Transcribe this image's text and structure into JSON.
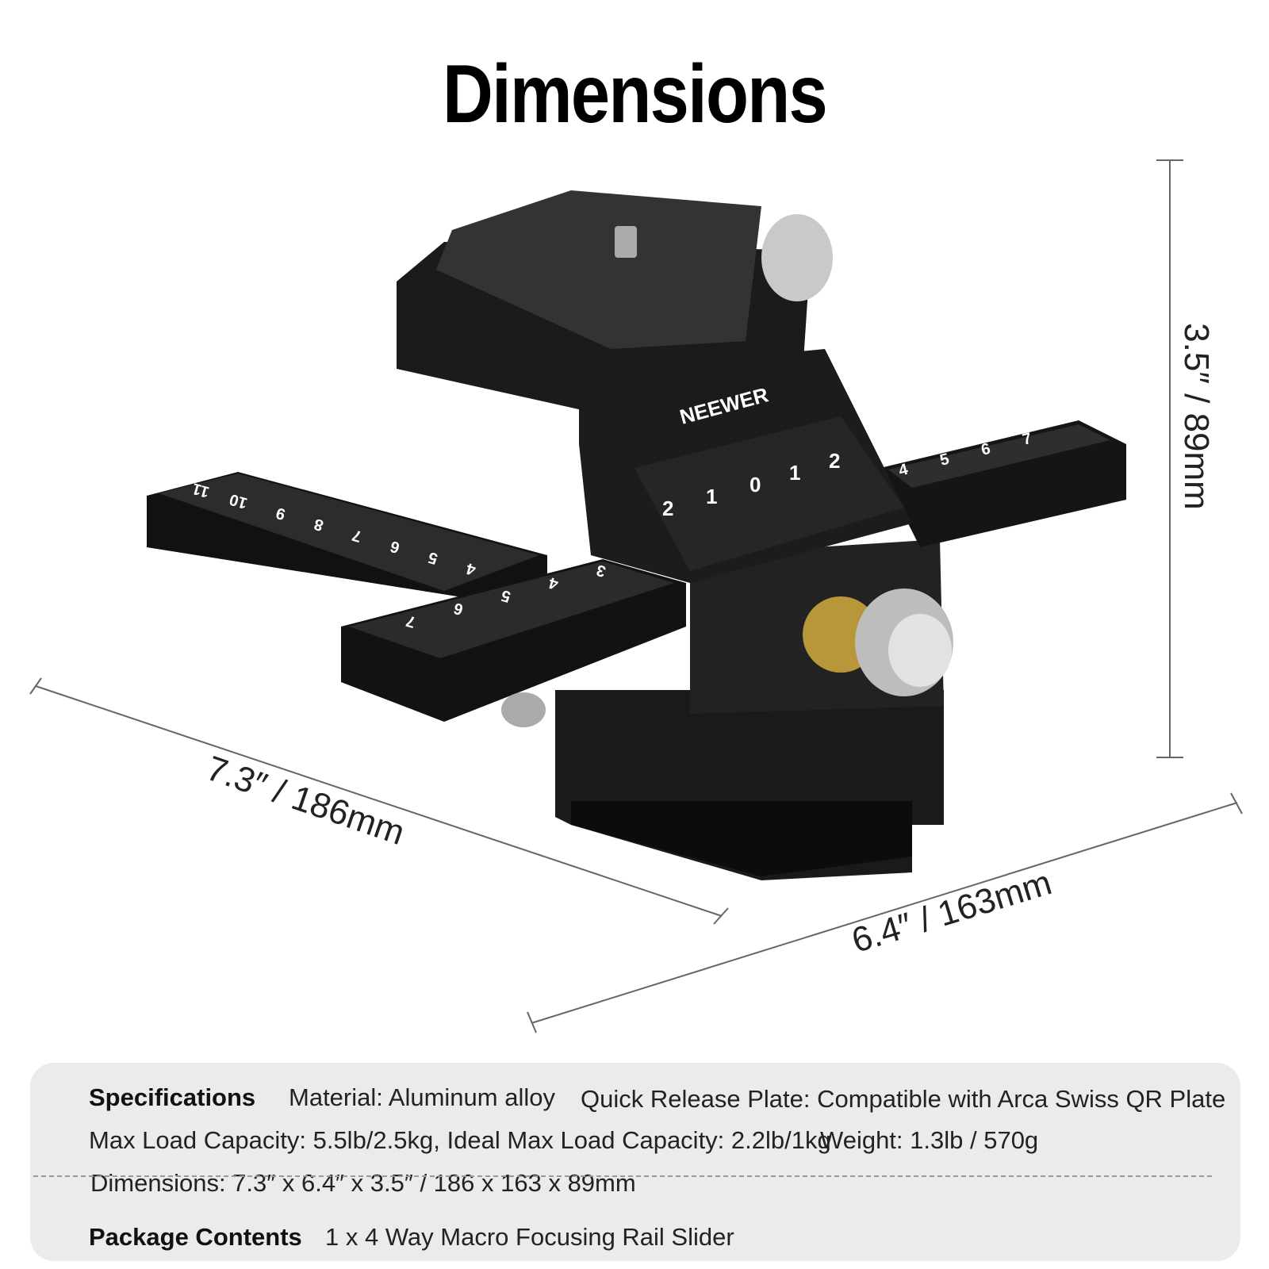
{
  "title": "Dimensions",
  "dimensions": {
    "height": "3.5″ / 89mm",
    "length": "7.3″ / 186mm",
    "width": "6.4″ / 163mm"
  },
  "product": {
    "brand_logo": "NEEWER",
    "scale_center": [
      "2",
      "1",
      "0",
      "1",
      "2"
    ],
    "rail_left": [
      "11",
      "10",
      "9",
      "8",
      "7",
      "6",
      "5",
      "4"
    ],
    "rail_front": [
      "3",
      "4",
      "5",
      "6",
      "7"
    ],
    "rail_right": [
      "4",
      "5",
      "6",
      "7"
    ]
  },
  "specs": {
    "heading": "Specifications",
    "material": "Material: Aluminum alloy",
    "qr_plate": "Quick Release Plate: Compatible with Arca Swiss QR Plate",
    "load": "Max Load Capacity: 5.5lb/2.5kg, Ideal Max Load Capacity: 2.2lb/1kg",
    "weight": "Weight: 1.3lb / 570g",
    "dims": "Dimensions: 7.3″ x 6.4″ x 3.5″ / 186 x 163 x 89mm"
  },
  "package": {
    "heading": "Package Contents",
    "contents": "1 x 4 Way Macro Focusing Rail Slider"
  }
}
